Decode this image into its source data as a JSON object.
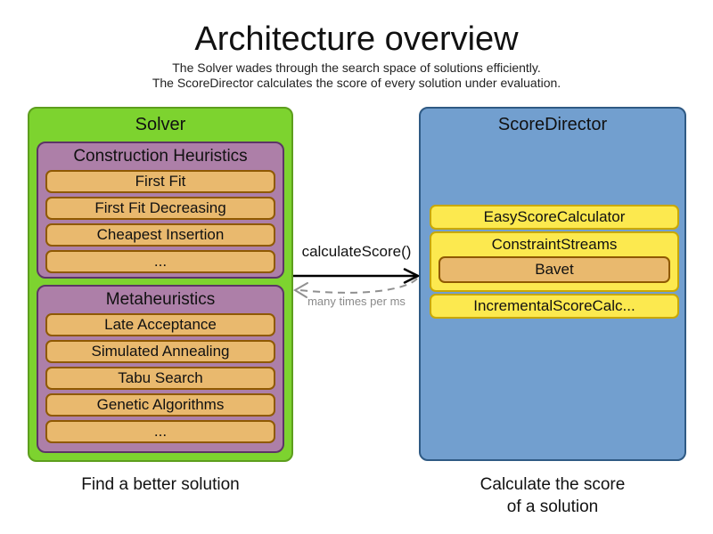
{
  "title": "Architecture overview",
  "subtitle": {
    "line1": "The Solver wades through the search space of solutions efficiently.",
    "line2": "The ScoreDirector calculates the score of every solution under evaluation."
  },
  "solver": {
    "label": "Solver",
    "caption": "Find a better solution",
    "groups": [
      {
        "label": "Construction Heuristics",
        "items": [
          "First Fit",
          "First Fit Decreasing",
          "Cheapest Insertion",
          "..."
        ]
      },
      {
        "label": "Metaheuristics",
        "items": [
          "Late Acceptance",
          "Simulated Annealing",
          "Tabu Search",
          "Genetic Algorithms",
          "..."
        ]
      }
    ]
  },
  "score_director": {
    "label": "ScoreDirector",
    "caption": {
      "line1": "Calculate the score",
      "line2": "of a solution"
    },
    "items": [
      {
        "label": "EasyScoreCalculator",
        "children": []
      },
      {
        "label": "ConstraintStreams",
        "children": [
          "Bavet"
        ]
      },
      {
        "label": "IncrementalScoreCalc...",
        "children": []
      }
    ]
  },
  "interaction": {
    "call_label": "calculateScore()",
    "frequency_label": "many times per ms"
  },
  "colors": {
    "solver_green": "#7dd32f",
    "heuristic_purple": "#ad7fa8",
    "algorithm_orange": "#e9b96e",
    "score_director_blue": "#729fcf",
    "calculator_yellow": "#fce94f",
    "solid_arrow": "#000000",
    "dashed_arrow": "#909090"
  }
}
